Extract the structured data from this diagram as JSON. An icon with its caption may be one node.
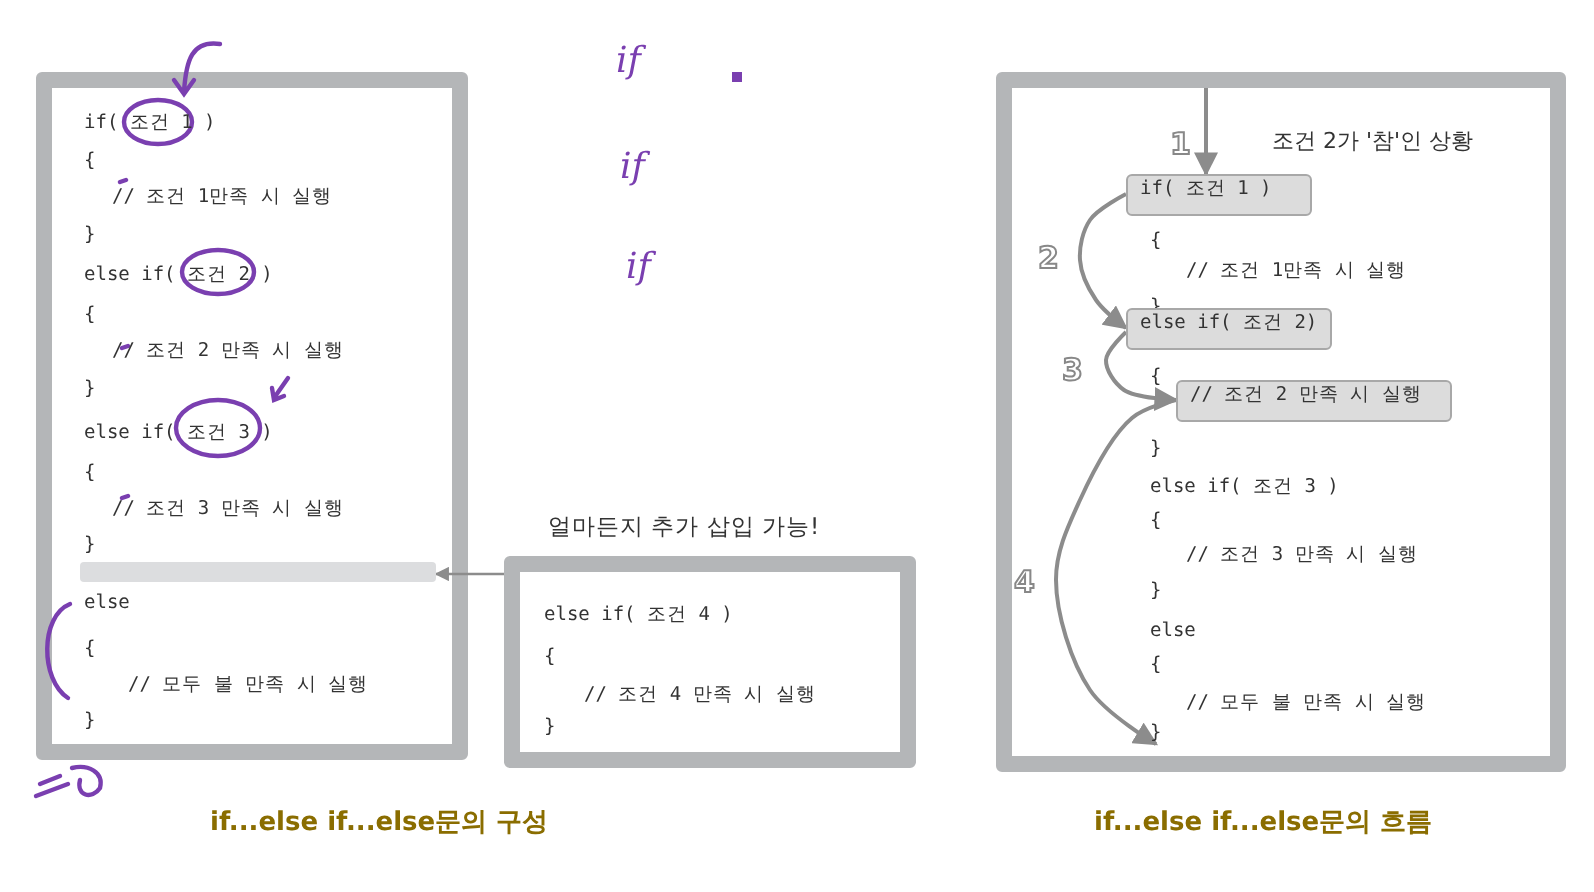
{
  "diagram": {
    "nodes": [
      {
        "text": [
          "if( 조건 1 )",
          "{",
          "// 조건 1만족 시 실행",
          "}",
          "else if( 조건 2 )",
          "{",
          "// 조건 2 만족 시 실행",
          "}",
          "else if( 조건 3 )",
          "{",
          "// 조건 3 만족 시 실행",
          "}",
          "else",
          "{",
          "// 모두 불 만족 시 실행",
          "}"
        ]
      },
      {
        "text": [],
        "shape": "bar",
        "in": 0
      },
      {
        "text": [
          "else if( 조건 4 )",
          "{",
          "// 조건 4 만족 시 실행",
          "}"
        ],
        "beside": [
          "얼마든지 추가 삽입 가능!"
        ]
      },
      {
        "text": [
          "조건 2가 '참'인 상황"
        ]
      },
      {
        "text": [
          "if( 조건 1 )"
        ],
        "in": 3
      },
      {
        "text": [
          "{"
        ],
        "in": 3
      },
      {
        "text": [
          "// 조건 1만족 시 실행"
        ],
        "in": 3
      },
      {
        "text": [
          "}"
        ],
        "in": 3
      },
      {
        "text": [
          "else if( 조건 2)"
        ],
        "in": 3
      },
      {
        "text": [
          "{"
        ],
        "in": 3
      },
      {
        "text": [
          "// 조건 2 만족 시 실행"
        ],
        "in": 3
      },
      {
        "text": [
          "}"
        ],
        "in": 3
      },
      {
        "text": [
          "else if( 조건 3 )"
        ],
        "in": 3
      },
      {
        "text": [
          "{"
        ],
        "in": 3
      },
      {
        "text": [
          "// 조건 3 만족 시 실행"
        ],
        "in": 3
      },
      {
        "text": [
          "}"
        ],
        "in": 3
      },
      {
        "text": [
          "else"
        ],
        "in": 3
      },
      {
        "text": [
          "{"
        ],
        "in": 3
      },
      {
        "text": [
          "// 모두 불 만족 시 실행"
        ],
        "in": 3
      },
      {
        "text": [
          "}"
        ],
        "in": 3
      }
    ],
    "edges": [
      {
        "from": 2,
        "to": 1,
        "arrow": "to"
      },
      {
        "from": null,
        "to": 4,
        "arrow": "to",
        "label": "1"
      },
      {
        "from": 4,
        "to": 8,
        "arrow": "to",
        "label": "2"
      },
      {
        "from": 8,
        "to": 10,
        "arrow": "to",
        "label": "3"
      },
      {
        "from": 10,
        "to": 19,
        "arrow": "to",
        "label": "4"
      }
    ],
    "labels": [
      "if",
      "if",
      "if",
      "if...else if...else문의 구성",
      "if...else if...else문의 흐름"
    ]
  }
}
